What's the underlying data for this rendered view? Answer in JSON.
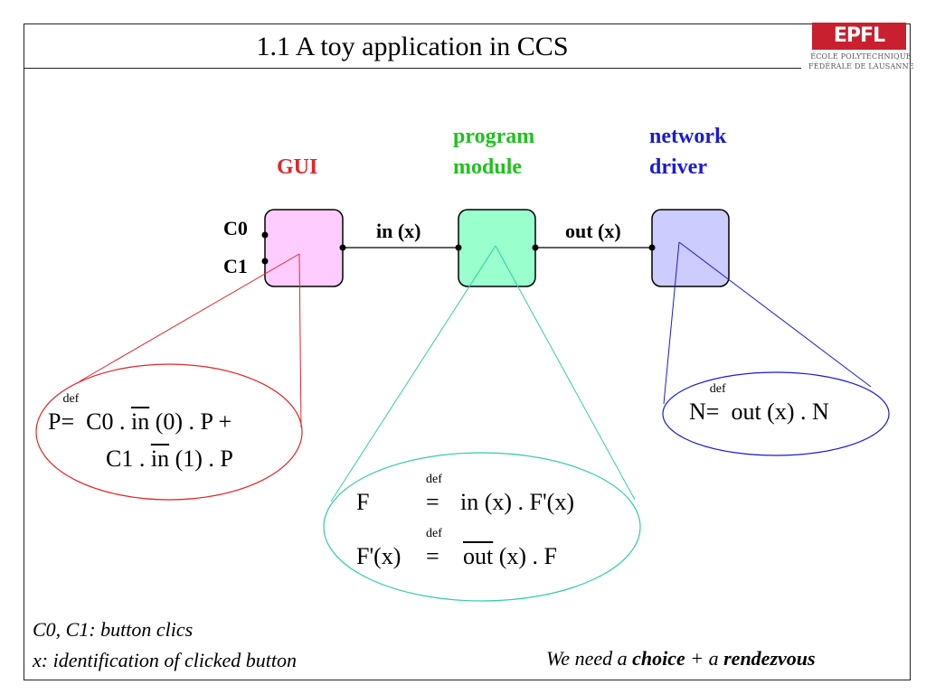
{
  "slide": {
    "title": "1.1  A toy application in CCS",
    "logo": {
      "mark": "EPFL",
      "line1": "ÉCOLE POLYTECHNIQUE",
      "line2": "FÉDÉRALE DE LAUSANNE"
    }
  },
  "components": {
    "gui": {
      "label": "GUI"
    },
    "program": {
      "label_line1": "program",
      "label_line2": "module"
    },
    "network": {
      "label_line1": "network",
      "label_line2": "driver"
    }
  },
  "ports": {
    "c0": "C0",
    "c1": "C1",
    "in": "in (x)",
    "out": "out (x)"
  },
  "equations": {
    "p": {
      "lhs": "P",
      "def": "def",
      "eq": "=",
      "line1_a": "C0 . ",
      "line1_in": "in",
      "line1_b": " (0) . P +",
      "line2_a": "C1 . ",
      "line2_in": "in",
      "line2_b": " (1) . P"
    },
    "f": {
      "lhs1": "F",
      "def": "def",
      "eq": "=",
      "rhs1": "in (x) . F'(x)",
      "lhs2": "F'(x)",
      "rhs2_out": "out",
      "rhs2_b": " (x) . F"
    },
    "n": {
      "lhs": "N",
      "def": "def",
      "eq": "=",
      "rhs": "out (x) . N"
    }
  },
  "footer": {
    "note1": "C0, C1: button clics",
    "note2": "x: identification of clicked button",
    "right_a": "We need a ",
    "right_choice": "choice",
    "right_b": " + a ",
    "right_rendezvous": "rendezvous"
  },
  "colors": {
    "gui": "#e32626",
    "gui_fill": "#ffccff",
    "program": "#1fc21f",
    "program_fill": "#99ffcc",
    "program_line": "#33ccaa",
    "network": "#1a1ad6",
    "network_fill": "#ccccff"
  }
}
